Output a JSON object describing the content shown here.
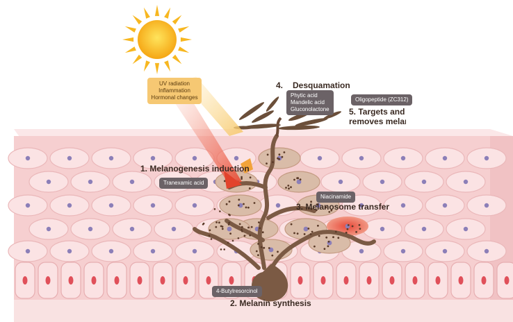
{
  "triggers": [
    "UV radiation",
    "Inflammation",
    "Hormonal changes"
  ],
  "steps": {
    "step1": "1. Melanogenesis induction",
    "step2": "2. Melanin synthesis",
    "step3": "3. Melanosome transfer",
    "step4": "4.",
    "step4_title": "Desquamation",
    "step5_line1": "5. Targets and",
    "step5_line2": "removes melanin"
  },
  "ingredients": {
    "tranexamic": "Tranexamic acid",
    "butylresorcinol": "4-Butylresorcinol",
    "niacinamide": "Niacinamide",
    "desquamation_agents": [
      "Phytic acid",
      "Mandelic acid",
      "Gluconolactone"
    ],
    "oligopeptide": "Oligopeptide (ZC312)"
  },
  "colors": {
    "skin": "#f7d3d3",
    "cell_fill": "#fbe3e4",
    "nucleus": "#8c7fb8",
    "basal_nucleus": "#e0505a",
    "melanocyte": "#7b5a44",
    "sun": "#f7b720",
    "pill": "#6b6266"
  }
}
